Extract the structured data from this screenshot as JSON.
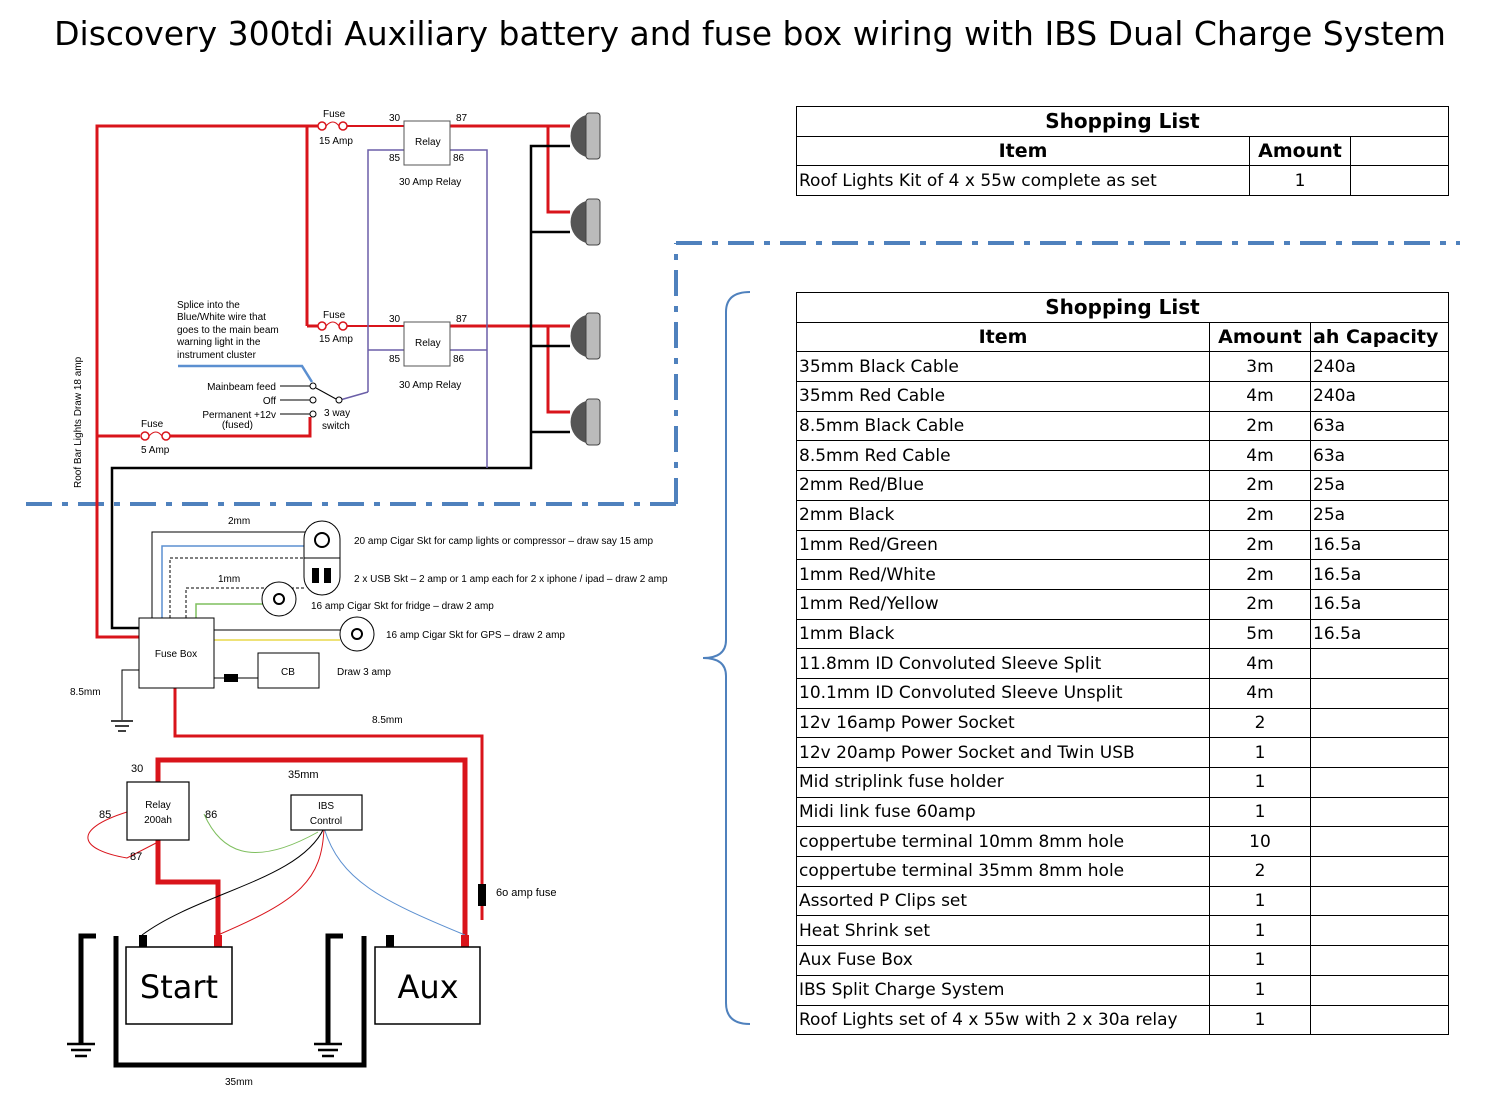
{
  "title": "Discovery 300tdi Auxiliary battery and fuse box wiring with IBS Dual Charge System",
  "colors": {
    "red_wire": "#d9141b",
    "black_wire": "#000000",
    "purple_wire": "#6b5fa8",
    "blue_wire": "#5b8fd0",
    "divider": "#4f81bd",
    "green_wire": "#7fbf5f",
    "yellow_wire": "#e8d84a"
  },
  "diagram": {
    "side_label": "Roof Bar Lights Draw 18 amp",
    "fuse_label": "Fuse",
    "fuse_15a": "15 Amp",
    "fuse_5a": "5 Amp",
    "relay_label": "Relay",
    "relay_30a": "30 Amp Relay",
    "pin_30": "30",
    "pin_87": "87",
    "pin_85": "85",
    "pin_86": "86",
    "splice_note": [
      "Splice into the",
      "Blue/White  wire that",
      "goes to the main beam",
      "warning  light in the",
      "instrument  cluster"
    ],
    "mainbeam_feed": "Mainbeam feed",
    "off": "Off",
    "permanent": "Permanent +12v",
    "fused": "(fused)",
    "switch_label": [
      "3 way",
      "switch"
    ],
    "fuse_box": "Fuse Box",
    "cb": "CB",
    "draw_3amp": "Draw 3 amp",
    "wire_2mm": "2mm",
    "wire_1mm": "1mm",
    "wire_8_5mm": "8.5mm",
    "wire_35mm": "35mm",
    "socket_20a": "20 amp Cigar Skt for camp lights or compressor – draw say 15 amp",
    "socket_usb": "2 x USB Skt – 2 amp or 1 amp each for 2 x iphone / ipad – draw 2 amp",
    "socket_fridge": "16 amp Cigar Skt for fridge – draw 2 amp",
    "socket_gps": "16 amp Cigar Skt for GPS – draw 2 amp",
    "relay_200": [
      "Relay",
      "200ah"
    ],
    "ibs_control": [
      "IBS",
      "Control"
    ],
    "fuse_60a": "6o amp fuse",
    "battery_start": "Start",
    "battery_aux": "Aux"
  },
  "shopping_list_1": {
    "title": "Shopping List",
    "headers": [
      "Item",
      "Amount",
      ""
    ],
    "rows": [
      [
        "Roof Lights Kit of 4 x 55w complete as set",
        "1",
        ""
      ]
    ]
  },
  "shopping_list_2": {
    "title": "Shopping List",
    "headers": [
      "Item",
      "Amount",
      "ah Capacity"
    ],
    "rows": [
      [
        "35mm Black Cable",
        "3m",
        "240a"
      ],
      [
        "35mm Red Cable",
        "4m",
        "240a"
      ],
      [
        "8.5mm Black Cable",
        "2m",
        "63a"
      ],
      [
        "8.5mm Red Cable",
        "4m",
        "63a"
      ],
      [
        "2mm Red/Blue",
        "2m",
        "25a"
      ],
      [
        "2mm Black",
        "2m",
        "25a"
      ],
      [
        "1mm Red/Green",
        "2m",
        "16.5a"
      ],
      [
        "1mm Red/White",
        "2m",
        "16.5a"
      ],
      [
        "1mm Red/Yellow",
        "2m",
        "16.5a"
      ],
      [
        "1mm Black",
        "5m",
        "16.5a"
      ],
      [
        "11.8mm ID Convoluted Sleeve Split",
        "4m",
        ""
      ],
      [
        "10.1mm ID Convoluted Sleeve Unsplit",
        "4m",
        ""
      ],
      [
        "12v 16amp Power Socket",
        "2",
        ""
      ],
      [
        "12v 20amp Power Socket and Twin USB",
        "1",
        ""
      ],
      [
        "Mid striplink fuse holder",
        "1",
        ""
      ],
      [
        "Midi link fuse 60amp",
        "1",
        ""
      ],
      [
        "coppertube terminal  10mm 8mm hole",
        "10",
        ""
      ],
      [
        "coppertube terminal  35mm 8mm hole",
        "2",
        ""
      ],
      [
        "Assorted P Clips set",
        "1",
        ""
      ],
      [
        "Heat Shrink set",
        "1",
        ""
      ],
      [
        "Aux Fuse Box",
        "1",
        ""
      ],
      [
        "IBS Split Charge System",
        "1",
        ""
      ],
      [
        "Roof Lights set of 4 x 55w with 2 x 30a relay",
        "1",
        ""
      ]
    ]
  }
}
